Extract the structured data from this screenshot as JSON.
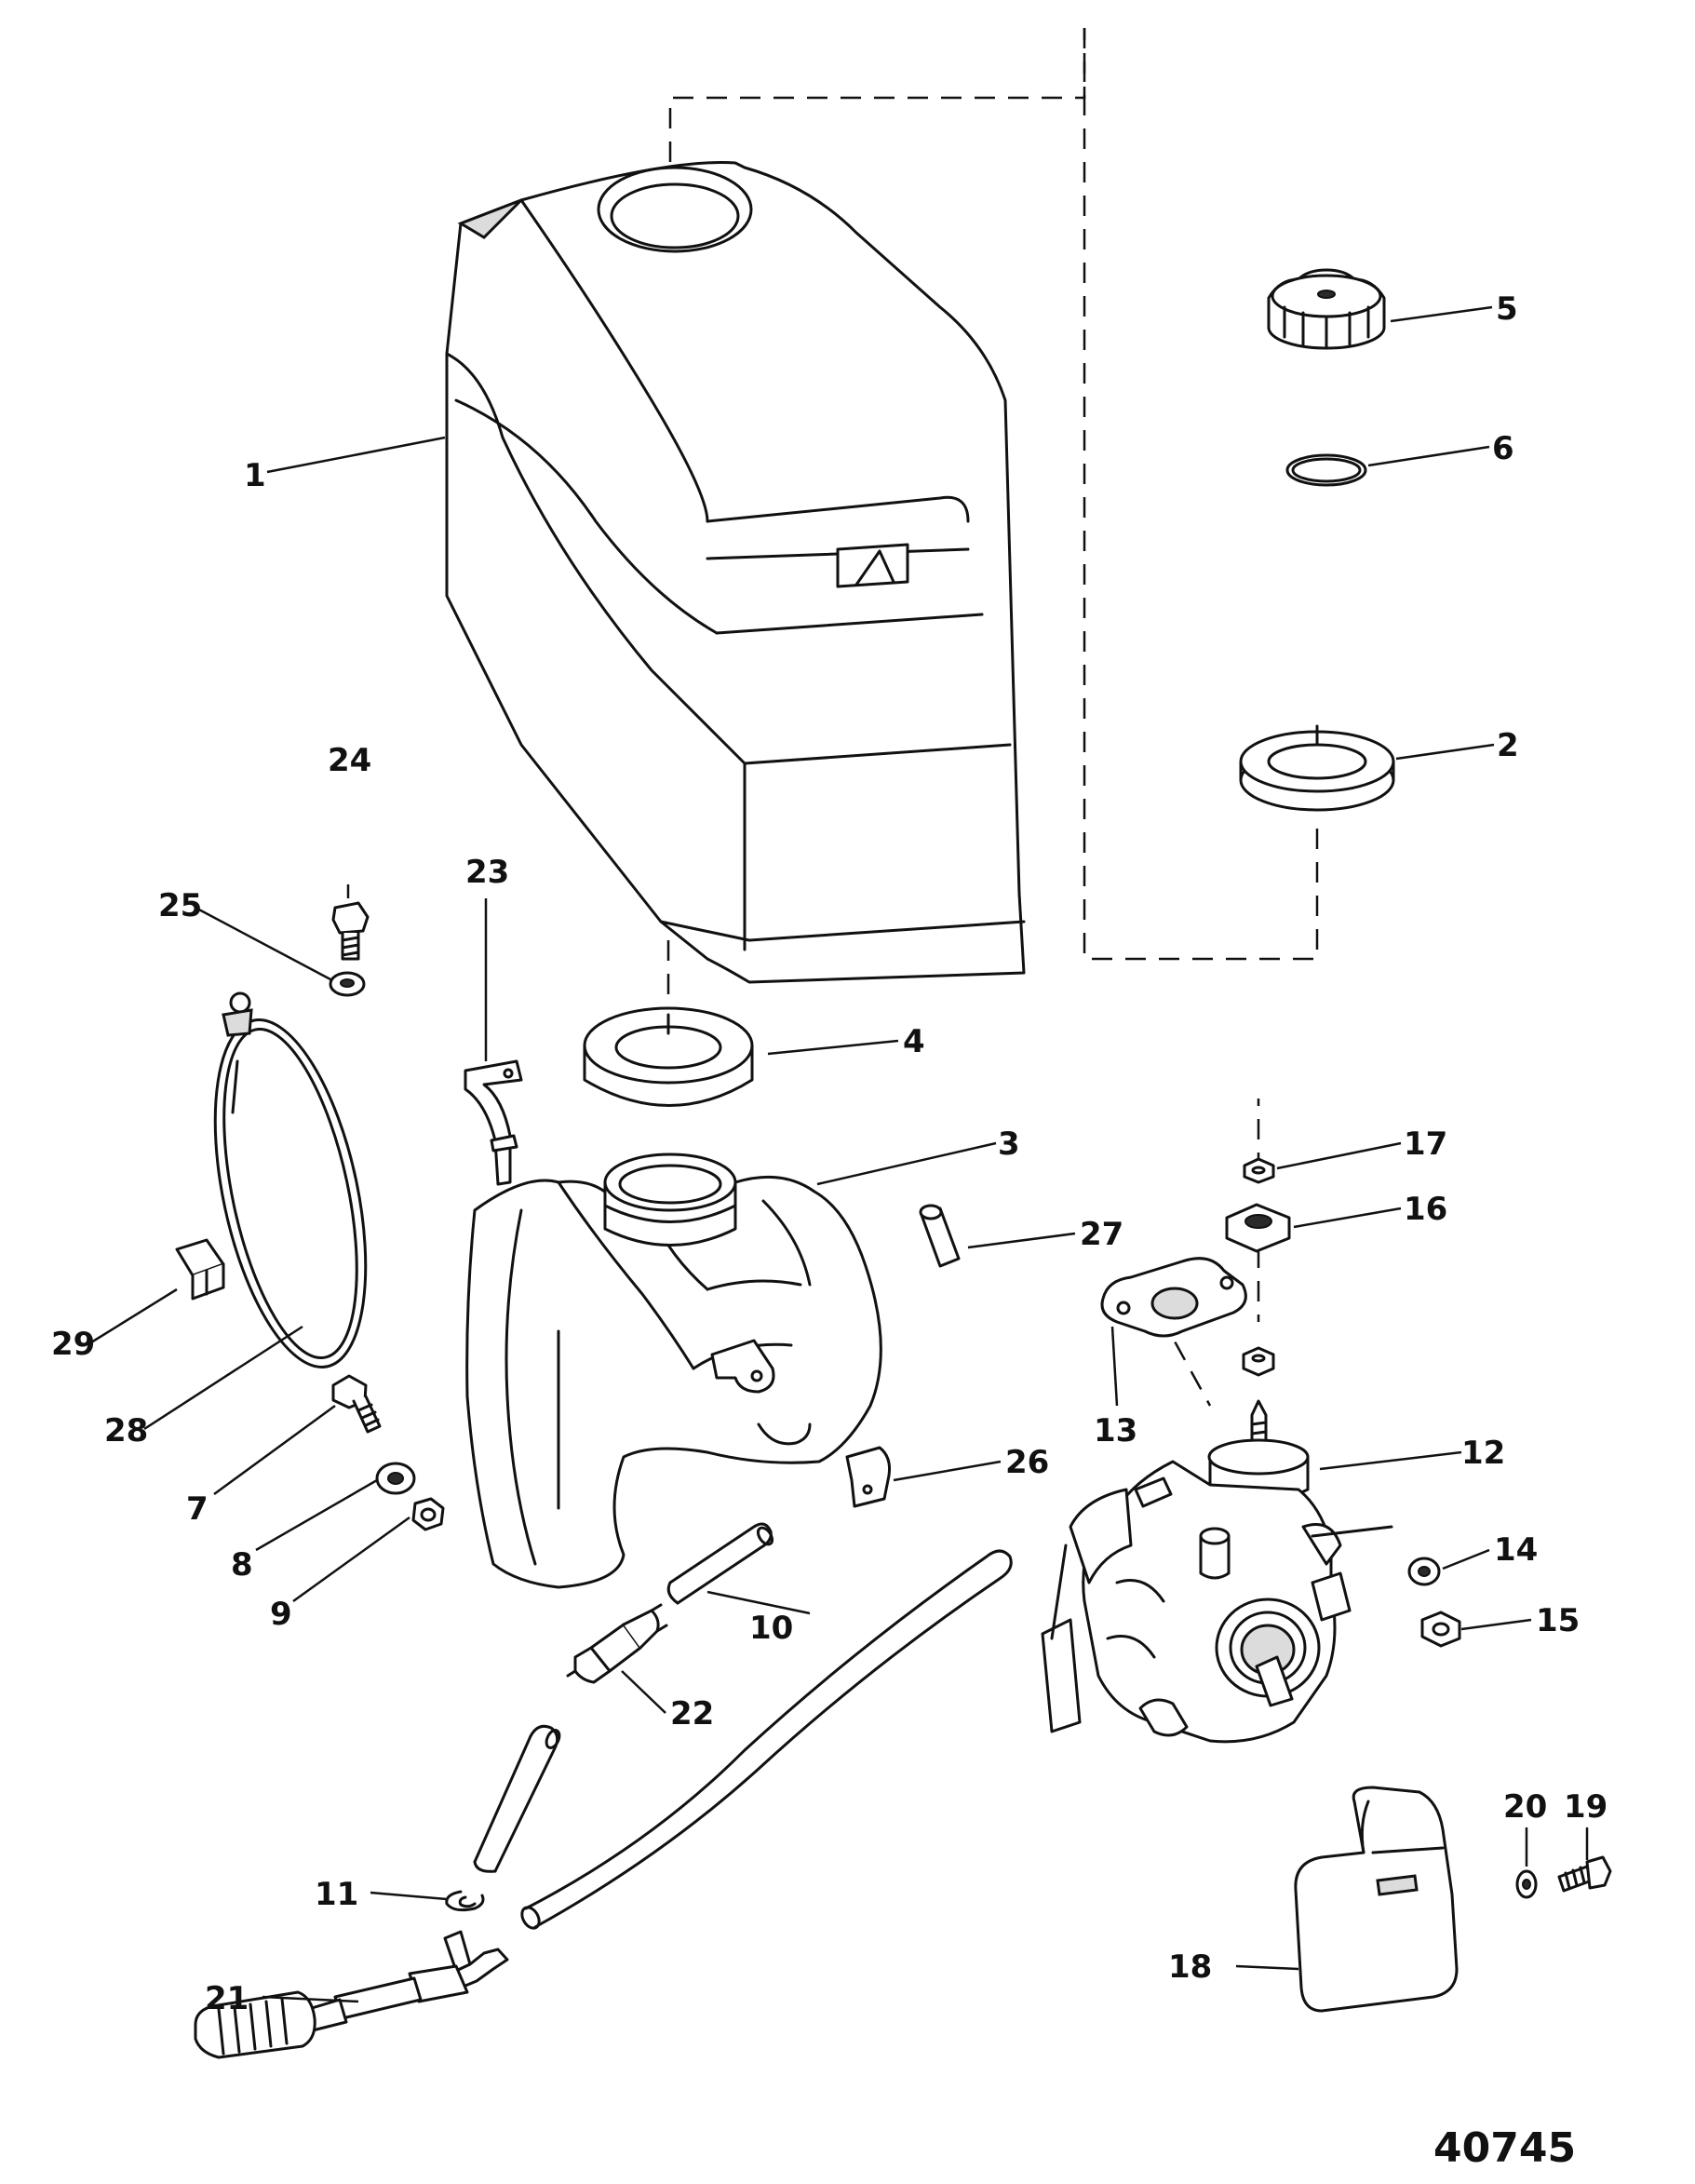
{
  "diagram": {
    "figure_number": "40745",
    "callouts": [
      {
        "id": "callout-1",
        "text": "1"
      },
      {
        "id": "callout-2",
        "text": "2"
      },
      {
        "id": "callout-3",
        "text": "3"
      },
      {
        "id": "callout-4",
        "text": "4"
      },
      {
        "id": "callout-5",
        "text": "5"
      },
      {
        "id": "callout-6",
        "text": "6"
      },
      {
        "id": "callout-7",
        "text": "7"
      },
      {
        "id": "callout-8",
        "text": "8"
      },
      {
        "id": "callout-9",
        "text": "9"
      },
      {
        "id": "callout-10",
        "text": "10"
      },
      {
        "id": "callout-11",
        "text": "11"
      },
      {
        "id": "callout-12",
        "text": "12"
      },
      {
        "id": "callout-13",
        "text": "13"
      },
      {
        "id": "callout-14",
        "text": "14"
      },
      {
        "id": "callout-15",
        "text": "15"
      },
      {
        "id": "callout-16",
        "text": "16"
      },
      {
        "id": "callout-17",
        "text": "17"
      },
      {
        "id": "callout-18",
        "text": "18"
      },
      {
        "id": "callout-19",
        "text": "19"
      },
      {
        "id": "callout-20",
        "text": "20"
      },
      {
        "id": "callout-21",
        "text": "21"
      },
      {
        "id": "callout-22",
        "text": "22"
      },
      {
        "id": "callout-23",
        "text": "23"
      },
      {
        "id": "callout-24",
        "text": "24"
      },
      {
        "id": "callout-25",
        "text": "25"
      },
      {
        "id": "callout-26",
        "text": "26"
      },
      {
        "id": "callout-27",
        "text": "27"
      },
      {
        "id": "callout-28",
        "text": "28"
      },
      {
        "id": "callout-29",
        "text": "29"
      }
    ]
  }
}
